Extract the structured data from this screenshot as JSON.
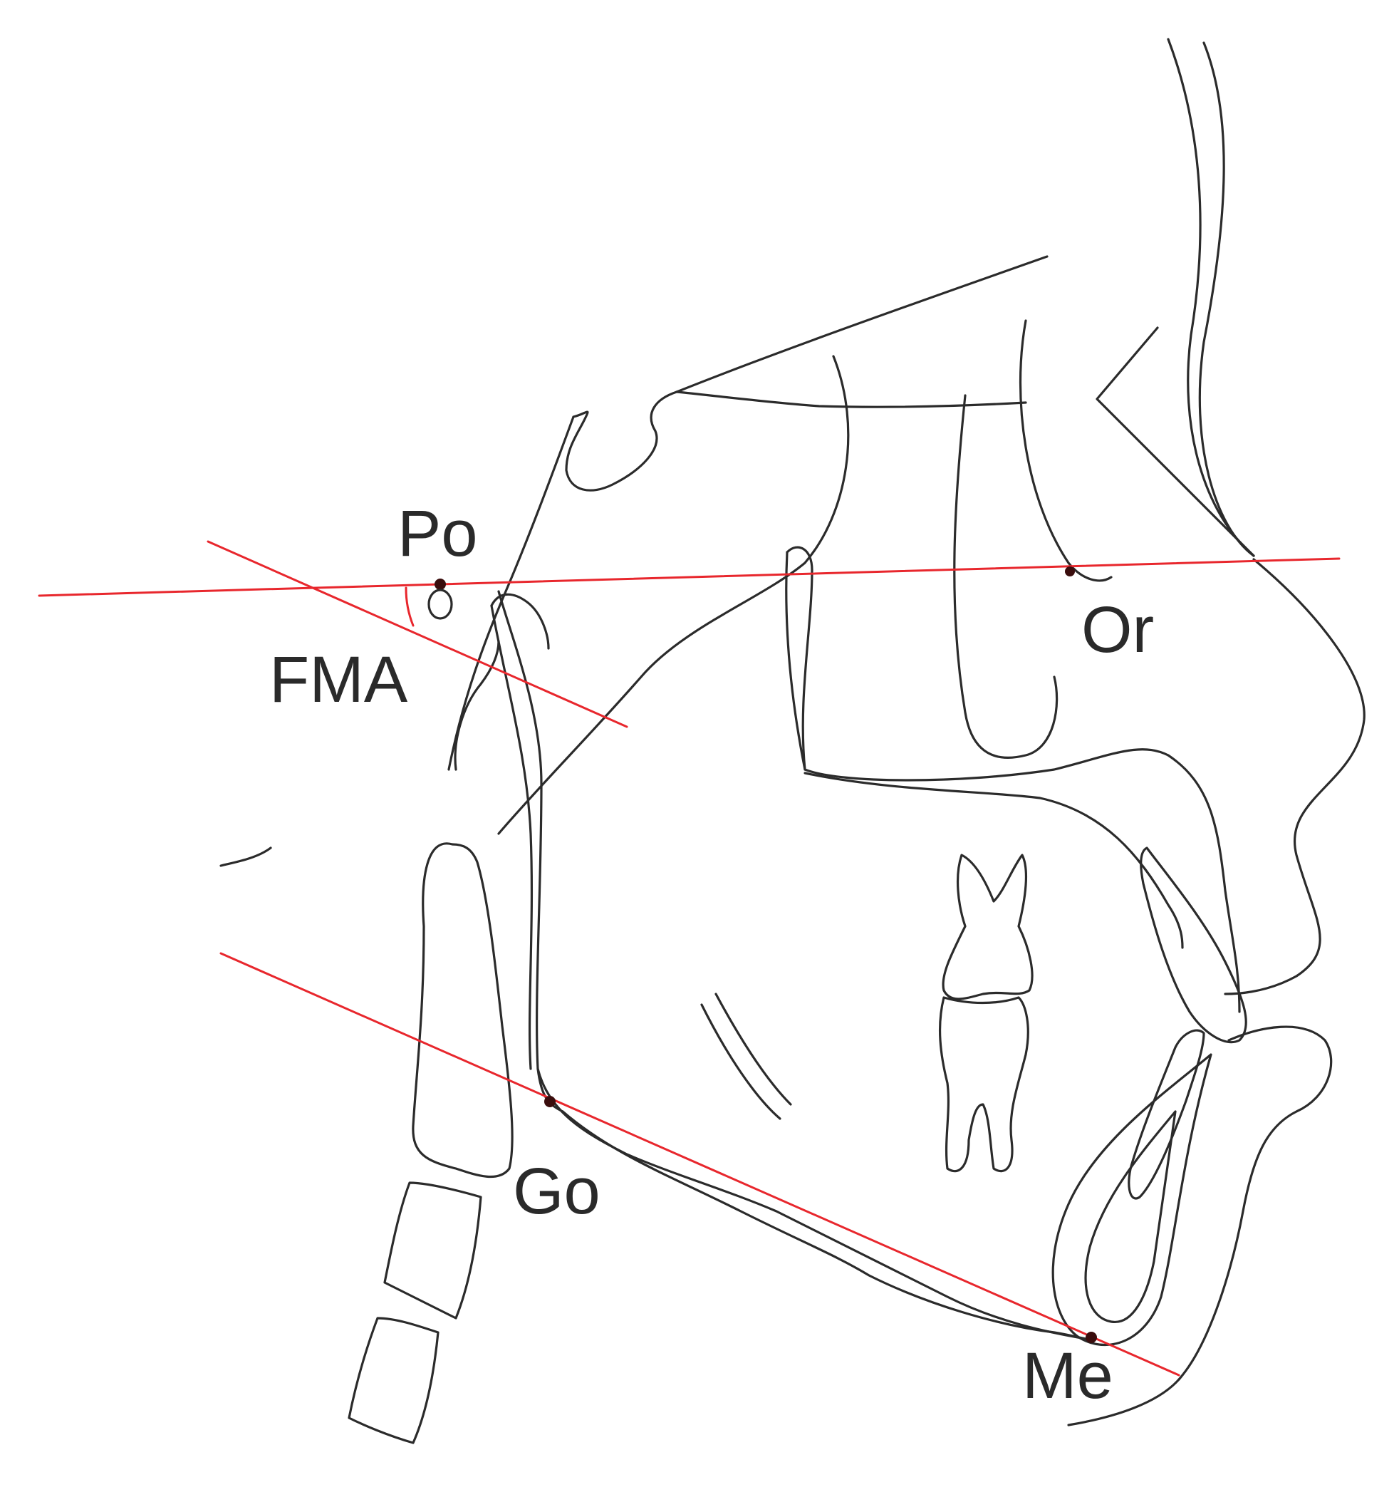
{
  "landmarks": {
    "po": "Po",
    "or": "Or",
    "go": "Go",
    "me": "Me"
  },
  "angle_label": "FMA",
  "colors": {
    "reference_line": "#e8272d",
    "tracing": "#2b2b2b",
    "landmark_dot": "#3a0d0d",
    "label": "#2a2a2a"
  }
}
